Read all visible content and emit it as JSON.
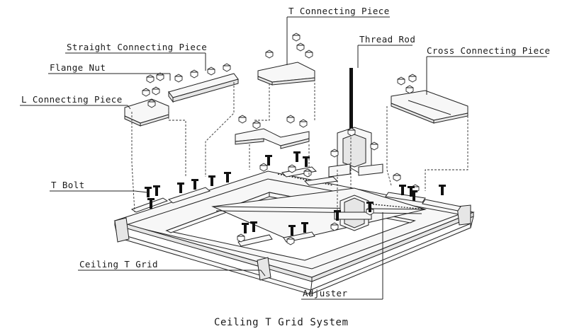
{
  "labels": {
    "t_connecting_piece": "T Connecting Piece",
    "thread_rod": "Thread Rod",
    "straight_connecting_piece": "Straight Connecting Piece",
    "cross_connecting_piece": "Cross Connecting Piece",
    "flange_nut": "Flange Nut",
    "l_connecting_piece": "L Connecting Piece",
    "t_bolt": "T Bolt",
    "ceiling_t_grid": "Ceiling T Grid",
    "adjuster": "Adjuster"
  },
  "caption": "Ceiling T Grid System"
}
